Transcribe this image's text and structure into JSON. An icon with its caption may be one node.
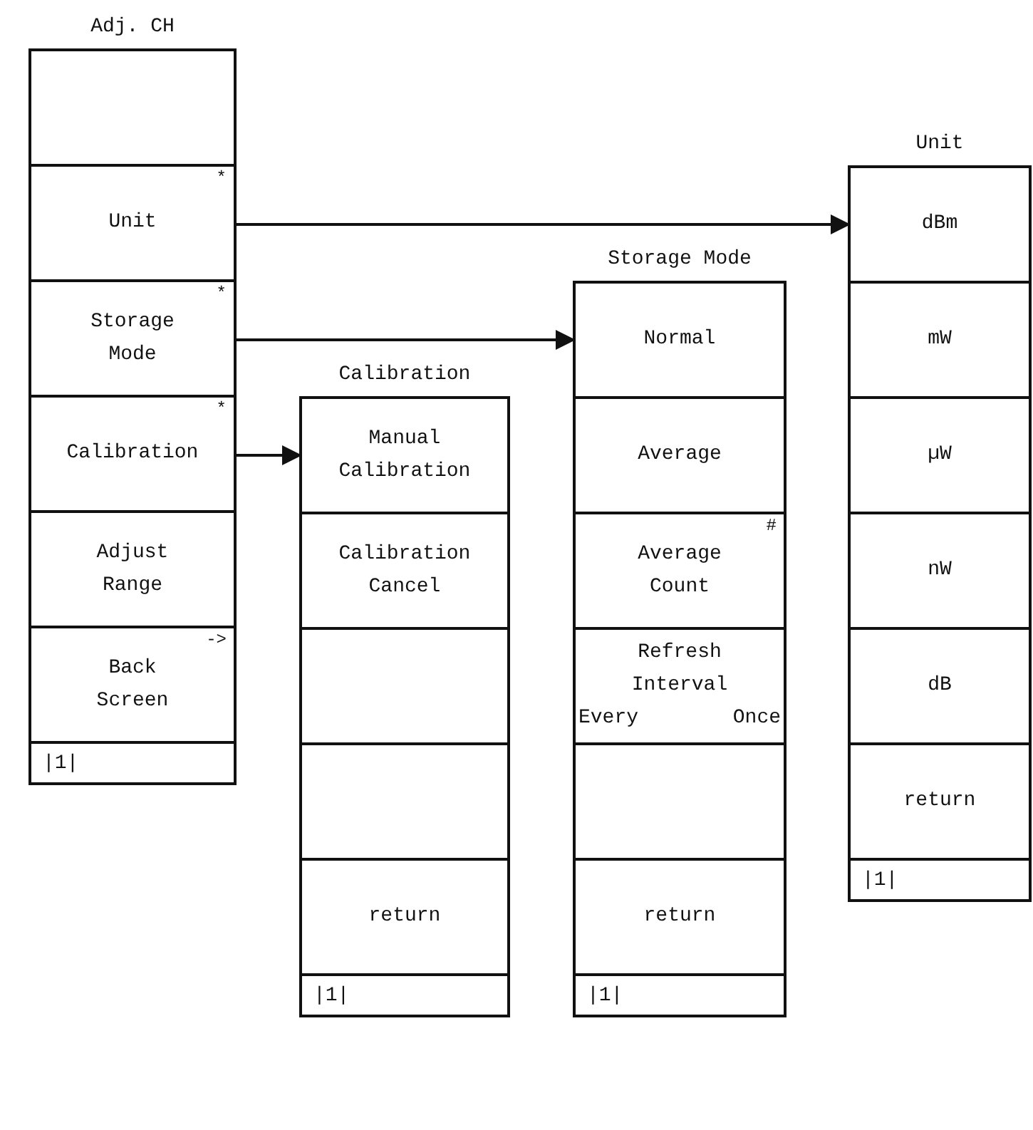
{
  "diagram": {
    "nodes": [
      {
        "text": [
          "Adj. CH"
        ]
      },
      {
        "text": [],
        "shape": "box",
        "in": 0
      },
      {
        "text": [
          "Unit",
          "*"
        ],
        "in": 0
      },
      {
        "text": [
          "Storage Mode",
          "*"
        ],
        "in": 0
      },
      {
        "text": [
          "Calibration",
          "*"
        ],
        "in": 0
      },
      {
        "text": [
          "Adjust Range"
        ],
        "in": 0
      },
      {
        "text": [
          "Back Screen",
          "->"
        ],
        "in": 0
      },
      {
        "text": [
          "|1|"
        ],
        "in": 0
      },
      {
        "text": [
          "Calibration"
        ]
      },
      {
        "text": [
          "Manual Calibration"
        ],
        "in": 8
      },
      {
        "text": [
          "Calibration Cancel"
        ],
        "in": 8
      },
      {
        "text": [],
        "shape": "box",
        "in": 8
      },
      {
        "text": [],
        "shape": "box",
        "in": 8
      },
      {
        "text": [
          "return"
        ],
        "in": 8
      },
      {
        "text": [
          "|1|"
        ],
        "in": 8
      },
      {
        "text": [
          "Storage Mode"
        ]
      },
      {
        "text": [
          "Normal"
        ],
        "in": 15
      },
      {
        "text": [
          "Average"
        ],
        "in": 15
      },
      {
        "text": [
          "Average Count",
          "#"
        ],
        "in": 15
      },
      {
        "text": [
          "Refresh Interval",
          "Every",
          "Once"
        ],
        "in": 15
      },
      {
        "text": [],
        "shape": "box",
        "in": 15
      },
      {
        "text": [
          "return"
        ],
        "in": 15
      },
      {
        "text": [
          "|1|"
        ],
        "in": 15
      },
      {
        "text": [
          "Unit"
        ]
      },
      {
        "text": [
          "dBm"
        ],
        "in": 23
      },
      {
        "text": [
          "mW"
        ],
        "in": 23
      },
      {
        "text": [
          "µW"
        ],
        "in": 23
      },
      {
        "text": [
          "nW"
        ],
        "in": 23
      },
      {
        "text": [
          "dB"
        ],
        "in": 23
      },
      {
        "text": [
          "return"
        ],
        "in": 23
      },
      {
        "text": [
          "|1|"
        ],
        "in": 23
      }
    ],
    "edges": [
      {
        "from": 2,
        "to": 24,
        "arrow": "to"
      },
      {
        "from": 3,
        "to": 16,
        "arrow": "to"
      },
      {
        "from": 4,
        "to": 9,
        "arrow": "to"
      }
    ]
  }
}
